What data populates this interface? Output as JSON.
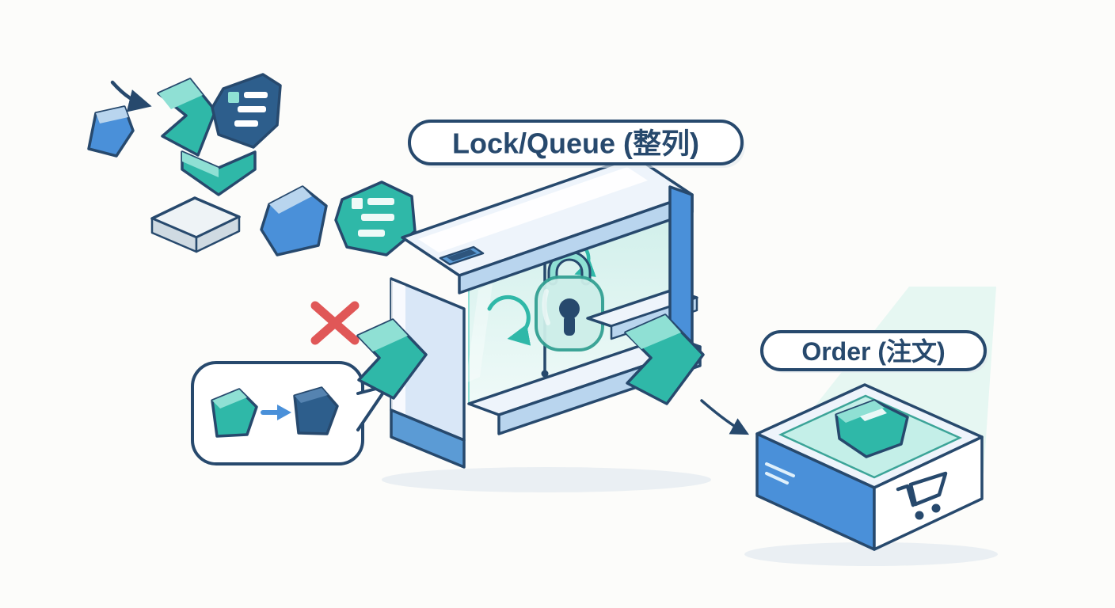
{
  "labels": {
    "lock_queue": "Lock/Queue (整列)",
    "order": "Order (注文)"
  },
  "colors": {
    "bg": "#fcfcfa",
    "ink": "#27496d",
    "blue": "#4a90d9",
    "blueMid": "#5b9bd5",
    "blueFace": "#d9e7f7",
    "blueLight": "#b9d5ee",
    "bluePale": "#eef4fb",
    "navyShape": "#2d5e8c",
    "navyFacet": "#5583b0",
    "teal": "#2fb8a8",
    "tealLight": "#8fe0d4",
    "tealDark": "#33a093",
    "tealGlass": "#cdeee9",
    "tealGlow": "#c2efe8",
    "beam": "#aeeade",
    "red": "#e05757",
    "white": "#ffffff",
    "tile": "#eef3f6",
    "tileSide": "#cfdae2",
    "shadow": "#e2e9ef"
  },
  "icons": {
    "flow-arrow-icon": "curved hand-drawn arrow",
    "x-icon": "✕",
    "rotation-arrow-icon": "↻",
    "lock-icon": "padlock with keyhole",
    "merge-arrow-icon": "→",
    "entry-arrow-icon": "➤",
    "exit-arrow-icon": "➤",
    "to-order-arrow-icon": "→",
    "shield-icon": "badge on glowing pad",
    "cart-icon": "shopping cart"
  }
}
